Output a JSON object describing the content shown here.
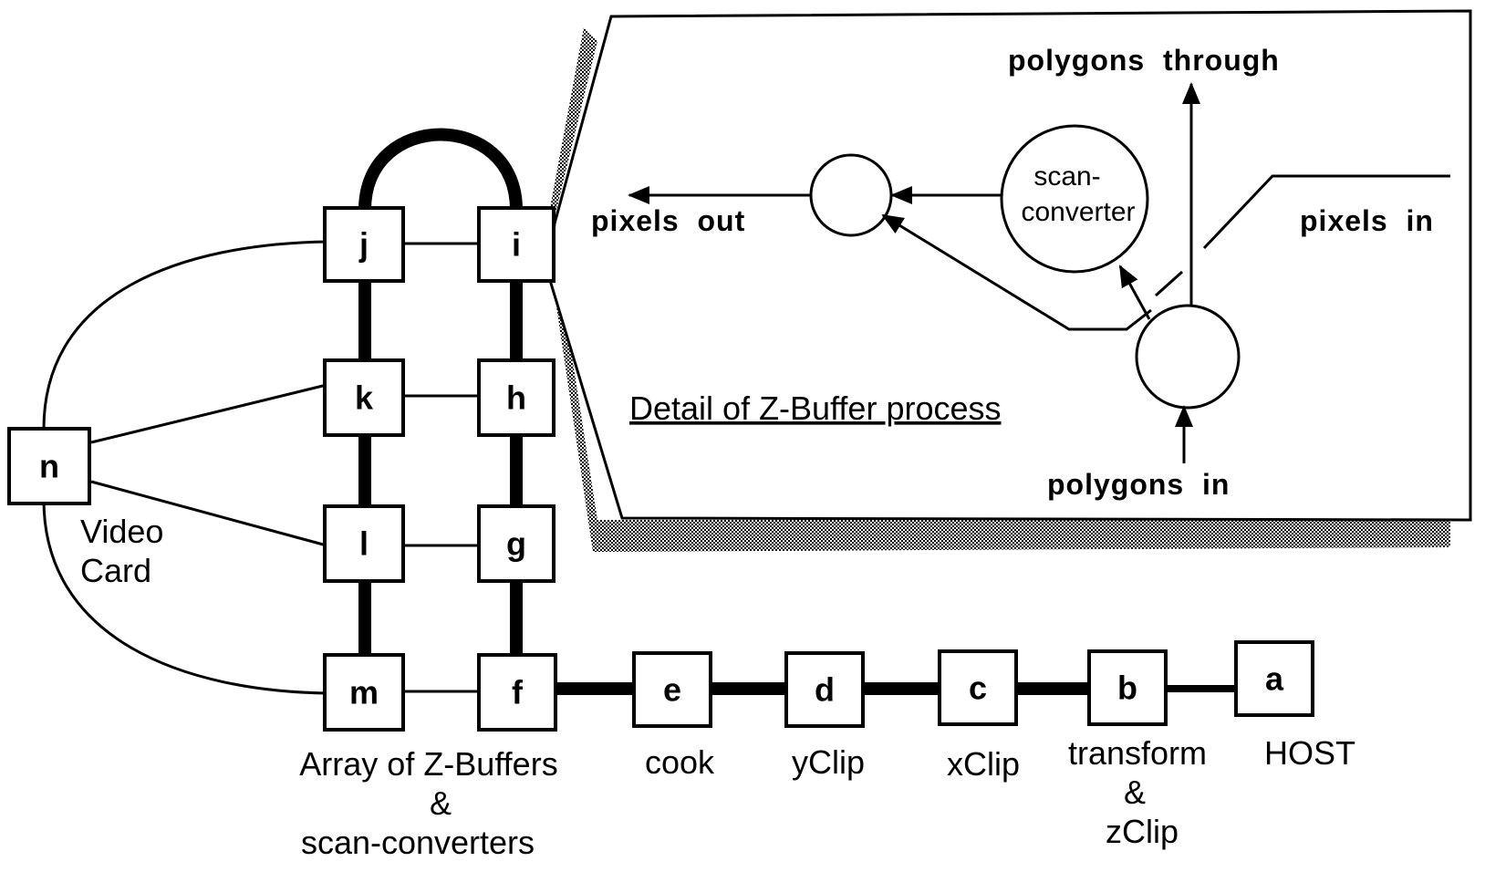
{
  "nodes": {
    "a": "a",
    "b": "b",
    "c": "c",
    "d": "d",
    "e": "e",
    "f": "f",
    "g": "g",
    "h": "h",
    "i": "i",
    "j": "j",
    "k": "k",
    "l": "l",
    "m": "m",
    "n": "n"
  },
  "labels": {
    "video_card": [
      "Video",
      "Card"
    ],
    "array": [
      "Array of Z-Buffers",
      "&",
      "scan-converters"
    ],
    "cook": "cook",
    "yclip": "yClip",
    "xclip": "xClip",
    "transform": [
      "transform",
      "&",
      "zClip"
    ],
    "host": "HOST"
  },
  "detail": {
    "title": "Detail of Z-Buffer process",
    "polygons_through": "polygons  through",
    "pixels_out": "pixels  out",
    "pixels_in": "pixels  in",
    "polygons_in": "polygons  in",
    "scan_converter": [
      "scan-",
      "converter"
    ]
  }
}
